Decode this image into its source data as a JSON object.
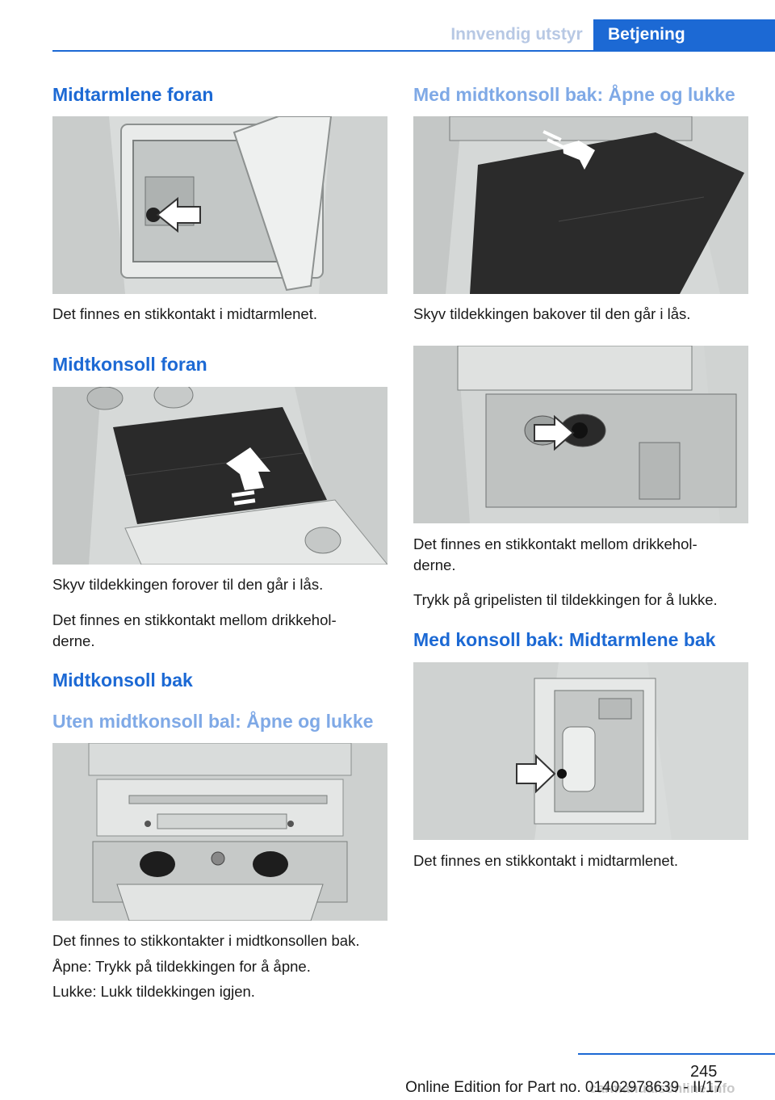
{
  "header": {
    "section_tab": "Innvendig utstyr",
    "chapter_tab": "Betjening",
    "accent_color": "#1c69d4"
  },
  "left": {
    "heading1": "Midtarmlene foran",
    "text1": "Det finnes en stikkontakt i midtarmlenet.",
    "heading2": "Midtkonsoll foran",
    "text2a": "Skyv tildekkingen forover til den går i lås.",
    "text2b": "Det finnes en stikkontakt mellom drikkehol-\nderne.",
    "heading3": "Midtkonsoll bak",
    "subheading3": "Uten midtkonsoll bal: Åpne og lukke",
    "text3a": "Det finnes to stikkontakter i midtkonsollen bak.",
    "text3b": "Åpne: Trykk på tildekkingen for å åpne.",
    "text3c": "Lukke: Lukk tildekkingen igjen."
  },
  "right": {
    "subheading1": "Med midtkonsoll bak: Åpne og lukke",
    "text1": "Skyv tildekkingen bakover til den går i lås.",
    "text2a": "Det finnes en stikkontakt mellom drikkehol-\nderne.",
    "text2b": "Trykk på gripelisten til tildekkingen for å lukke.",
    "heading2": "Med konsoll bak: Midtarmlene bak",
    "text3": "Det finnes en stikkontakt i midtarmlenet."
  },
  "footer": {
    "page_number": "245",
    "edition": "Online Edition for Part no. 01402978639 - II/17",
    "watermark": "carmanualsonline.info"
  }
}
